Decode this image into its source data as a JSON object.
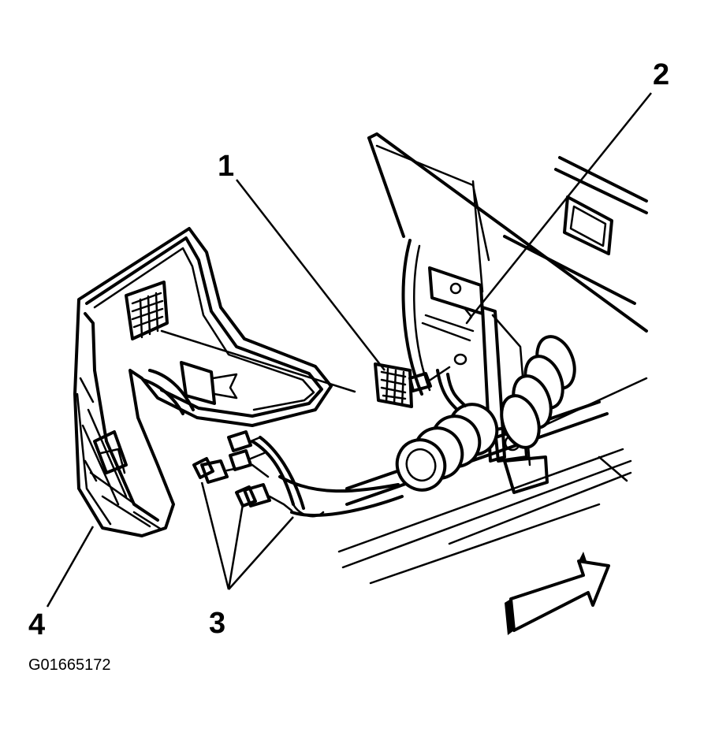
{
  "callouts": {
    "c1": "1",
    "c2": "2",
    "c3": "3",
    "c4": "4"
  },
  "figure_id": "G01665172",
  "icons": {
    "direction_arrow": "forward-direction-arrow-icon"
  }
}
